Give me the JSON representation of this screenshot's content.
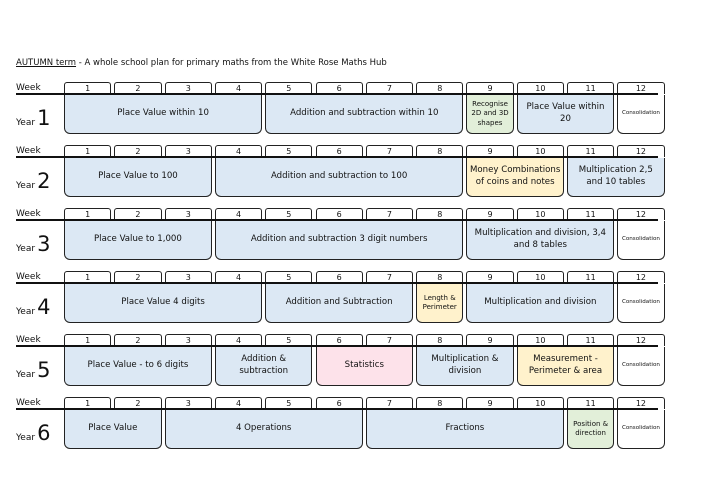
{
  "title": {
    "term": "AUTUMN term",
    "rest": " - A whole school plan for primary maths from the White Rose Maths Hub"
  },
  "colors": {
    "blue": "#dce8f4",
    "green": "#e2efd9",
    "yellow": "#fff2cc",
    "pink": "#fde2ea",
    "white": "#ffffff"
  },
  "week_label": "Week",
  "year_word": "Year",
  "week_numbers": [
    "1",
    "2",
    "3",
    "4",
    "5",
    "6",
    "7",
    "8",
    "9",
    "10",
    "11",
    "12"
  ],
  "years": [
    {
      "number": "1",
      "units": [
        {
          "label": "Place Value within 10",
          "start": 1,
          "span": 4,
          "color": "blue"
        },
        {
          "label": "Addition and subtraction within 10",
          "start": 5,
          "span": 4,
          "color": "blue"
        },
        {
          "label": "Recognise 2D and 3D shapes",
          "start": 9,
          "span": 1,
          "color": "green",
          "size": "small"
        },
        {
          "label": "Place Value within 20",
          "start": 10,
          "span": 2,
          "color": "blue"
        },
        {
          "label": "Consolidation",
          "start": 12,
          "span": 1,
          "color": "white",
          "size": "tiny"
        }
      ]
    },
    {
      "number": "2",
      "units": [
        {
          "label": "Place Value to 100",
          "start": 1,
          "span": 3,
          "color": "blue"
        },
        {
          "label": "Addition and subtraction to 100",
          "start": 4,
          "span": 5,
          "color": "blue"
        },
        {
          "label": "Money Combinations of coins and notes",
          "start": 9,
          "span": 2,
          "color": "yellow"
        },
        {
          "label": "Multiplication 2,5 and 10 tables",
          "start": 11,
          "span": 2,
          "color": "blue"
        }
      ]
    },
    {
      "number": "3",
      "units": [
        {
          "label": "Place Value to 1,000",
          "start": 1,
          "span": 3,
          "color": "blue"
        },
        {
          "label": "Addition and subtraction 3 digit numbers",
          "start": 4,
          "span": 5,
          "color": "blue"
        },
        {
          "label": "Multiplication and division, 3,4 and 8 tables",
          "start": 9,
          "span": 3,
          "color": "blue"
        },
        {
          "label": "Consolidation",
          "start": 12,
          "span": 1,
          "color": "white",
          "size": "tiny"
        }
      ]
    },
    {
      "number": "4",
      "units": [
        {
          "label": "Place Value 4 digits",
          "start": 1,
          "span": 4,
          "color": "blue"
        },
        {
          "label": "Addition and Subtraction",
          "start": 5,
          "span": 3,
          "color": "blue"
        },
        {
          "label": "Length & Perimeter",
          "start": 8,
          "span": 1,
          "color": "yellow",
          "size": "small"
        },
        {
          "label": "Multiplication and division",
          "start": 9,
          "span": 3,
          "color": "blue"
        },
        {
          "label": "Consolidation",
          "start": 12,
          "span": 1,
          "color": "white",
          "size": "tiny"
        }
      ]
    },
    {
      "number": "5",
      "units": [
        {
          "label": "Place Value - to 6 digits",
          "start": 1,
          "span": 3,
          "color": "blue"
        },
        {
          "label": "Addition & subtraction",
          "start": 4,
          "span": 2,
          "color": "blue"
        },
        {
          "label": "Statistics",
          "start": 6,
          "span": 2,
          "color": "pink"
        },
        {
          "label": "Multiplication & division",
          "start": 8,
          "span": 2,
          "color": "blue"
        },
        {
          "label": "Measurement - Perimeter & area",
          "start": 10,
          "span": 2,
          "color": "yellow"
        },
        {
          "label": "Consolidation",
          "start": 12,
          "span": 1,
          "color": "white",
          "size": "tiny"
        }
      ]
    },
    {
      "number": "6",
      "units": [
        {
          "label": "Place Value",
          "start": 1,
          "span": 2,
          "color": "blue"
        },
        {
          "label": "4 Operations",
          "start": 3,
          "span": 4,
          "color": "blue"
        },
        {
          "label": "Fractions",
          "start": 7,
          "span": 4,
          "color": "blue"
        },
        {
          "label": "Position & direction",
          "start": 11,
          "span": 1,
          "color": "green",
          "size": "small"
        },
        {
          "label": "Consolidation",
          "start": 12,
          "span": 1,
          "color": "white",
          "size": "tiny"
        }
      ]
    }
  ]
}
